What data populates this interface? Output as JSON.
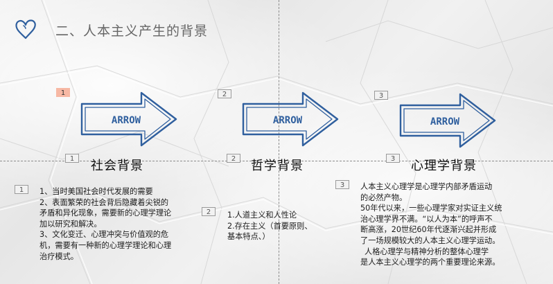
{
  "title": "二、人本主义产生的背景",
  "columns": [
    {
      "number": "1",
      "arrow_text": "ARROW",
      "sub_number": "1",
      "heading": "社会背景",
      "content_number": "1",
      "lines": [
        "1、当时美国社会时代发展的需要",
        "2、表面繁荣的社会背后隐藏着尖锐的",
        "矛盾和异化现象，需要新的心理学理论",
        "加以研究和解决。",
        "3、文化变迁、心理冲突与价值观的危",
        "机，需要有一种新的心理学理论和心理",
        "治疗模式。"
      ]
    },
    {
      "number": "2",
      "arrow_text": "ARROW",
      "sub_number": "2",
      "heading": "哲学背景",
      "content_number": "2",
      "lines": [
        "1.人道主义和人性论",
        "2.存在主义（首要原则、",
        "基本特点、）"
      ]
    },
    {
      "number": "3",
      "arrow_text": "ARROW",
      "sub_number": "3",
      "heading": "心理学背景",
      "content_number": "3",
      "lines": [
        "人本主义心理学是心理学内部矛盾运动",
        "的必然产物。",
        "50年代以来，一些心理学家对实证主义统",
        "治心理学界不满。“以人为本”的呼声不",
        "断高涨，20世纪60年代逐渐兴起并形成",
        "了一场规模较大的人本主义心理学运动。",
        "人格心理学与精神分析的整体心理学",
        "是人本主义心理学的两个重要理论来源。"
      ]
    }
  ],
  "colors": {
    "arrow_stroke": "#2f5f9e",
    "active_badge": "#f7b8a4",
    "heart": "#2f5f9e"
  },
  "icons": {
    "logo": "heart-outline-icon",
    "arrow": "sketch-arrow-icon"
  }
}
